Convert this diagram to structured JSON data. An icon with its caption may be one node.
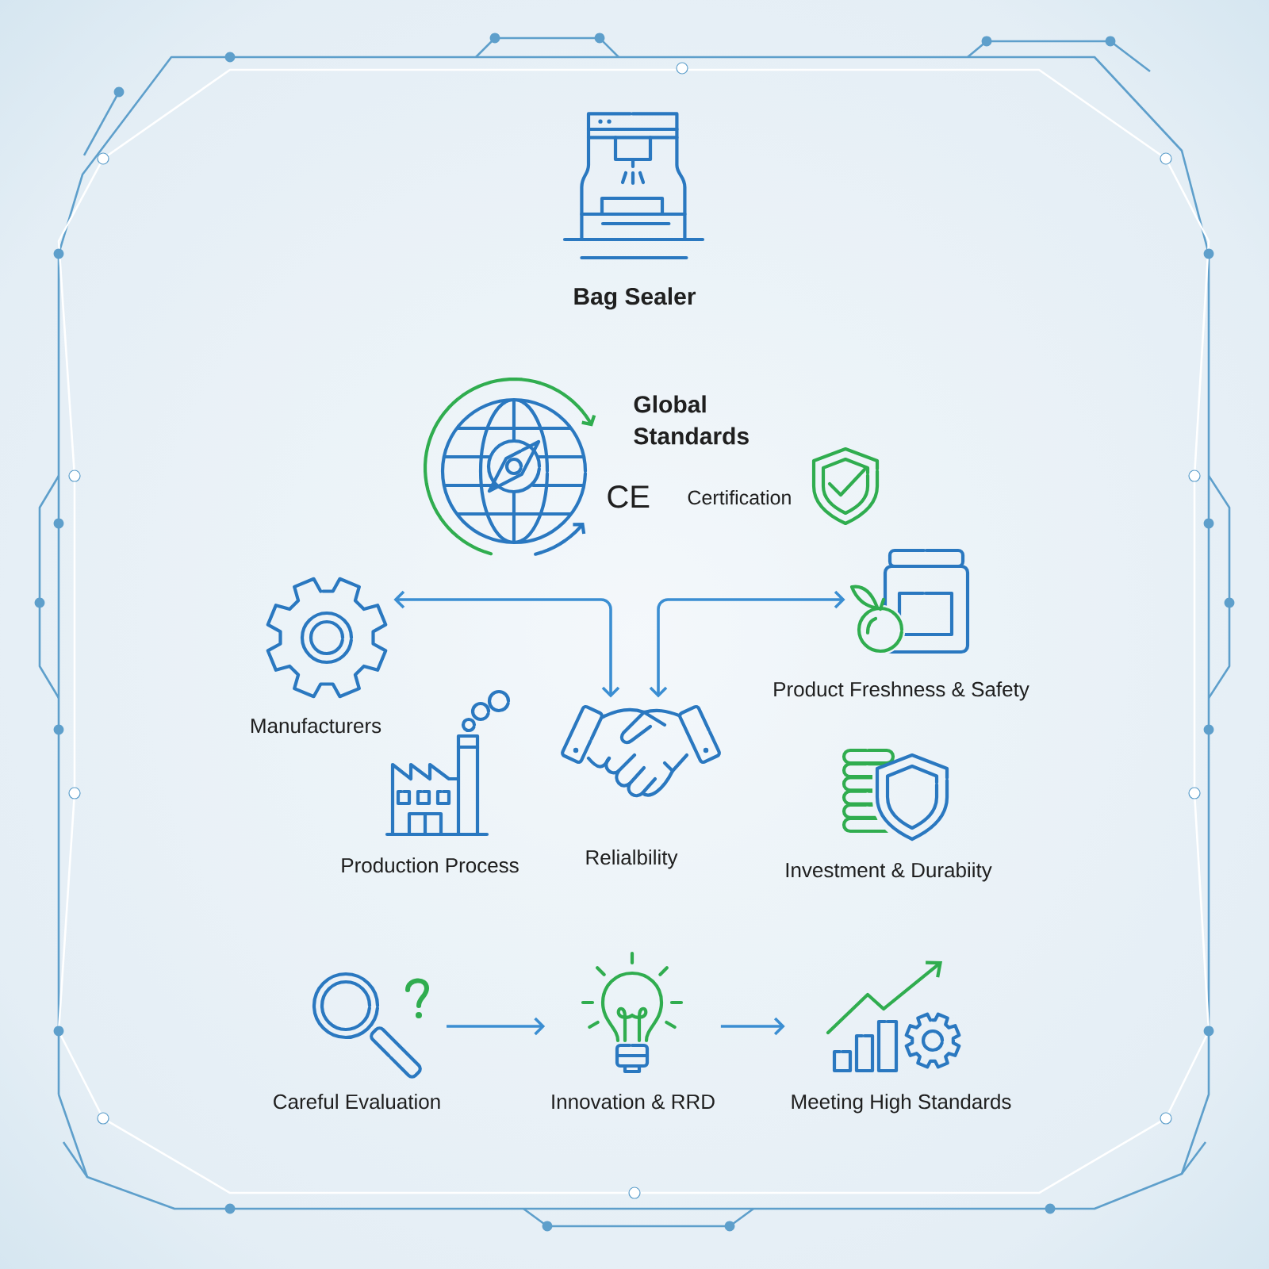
{
  "diagram": {
    "nodes": [
      {
        "text": [
          "Bag Sealer"
        ]
      },
      {
        "text": [
          "Global Standards",
          "CE",
          "Certification"
        ]
      },
      {
        "text": [
          "Manufacturers"
        ]
      },
      {
        "text": [
          "Production Process"
        ]
      },
      {
        "text": [
          "Relialbility"
        ]
      },
      {
        "text": [
          "Product Freshness & Safety"
        ]
      },
      {
        "text": [
          "Investment & Durabiity"
        ]
      },
      {
        "text": [
          "Careful Evaluation"
        ]
      },
      {
        "text": [
          "Innovation & RRD"
        ]
      },
      {
        "text": [
          "Meeting High Standards"
        ]
      }
    ],
    "edges": [
      {
        "from": 2,
        "to": 4,
        "arrow": "both"
      },
      {
        "from": 4,
        "to": 5,
        "arrow": "both"
      },
      {
        "from": 7,
        "to": 8,
        "arrow": "to"
      },
      {
        "from": 8,
        "to": 9,
        "arrow": "to"
      }
    ]
  }
}
